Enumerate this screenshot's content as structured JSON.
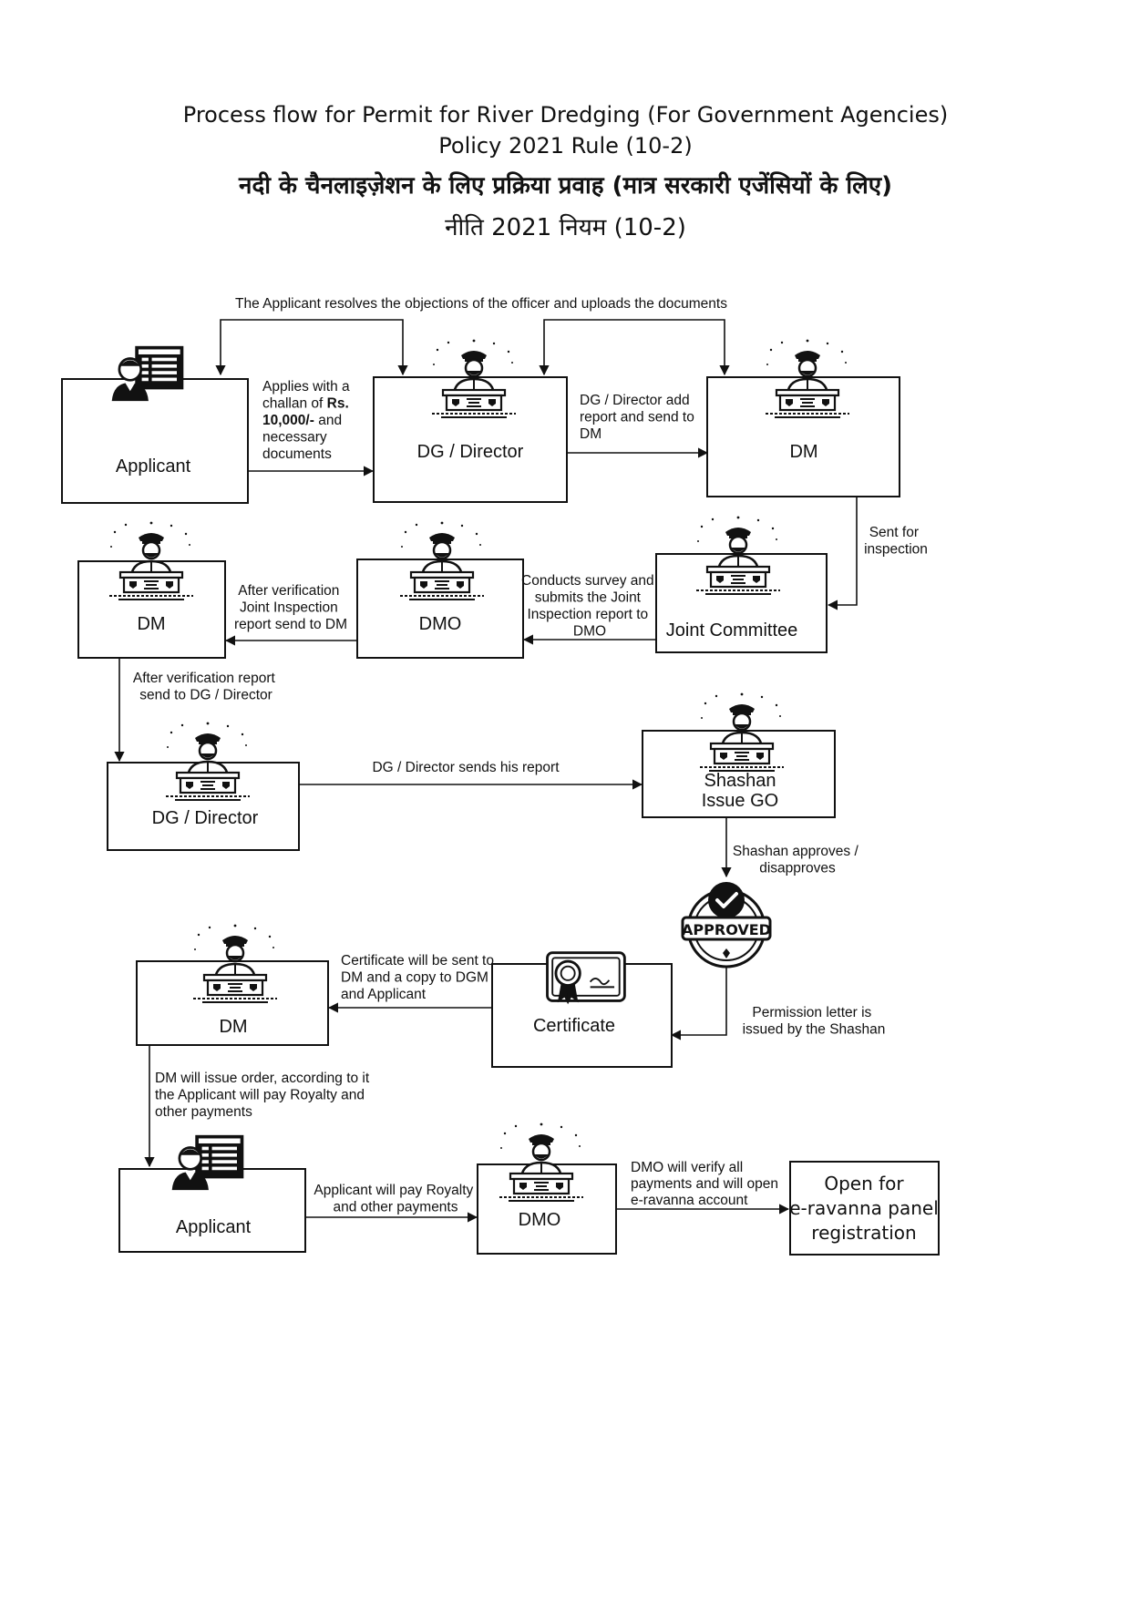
{
  "title": {
    "line1": "Process flow for Permit for River Dredging (For Government Agencies)",
    "line2": "Policy 2021 Rule (10-2)",
    "line3": "नदी के चैनलाइज़ेशन के लिए प्रक्रिया प्रवाह (मात्र सरकारी एजेंसियों के लिए)",
    "line4": "नीति 2021 नियम (10-2)"
  },
  "nodes": {
    "applicant_1": "Applicant",
    "dg_director_1": "DG / Director",
    "dm_1": "DM",
    "joint_committee": "Joint Committee",
    "dmo_1": "DMO",
    "dm_2": "DM",
    "dg_director_2": "DG / Director",
    "shashan": [
      "Shashan",
      "Issue GO"
    ],
    "approved_stamp": "APPROVED",
    "certificate": "Certificate",
    "dm_3": "DM",
    "applicant_2": "Applicant",
    "dmo_2": "DMO",
    "eravanna": [
      "Open for",
      "e-ravanna panel",
      "registration"
    ]
  },
  "edges": {
    "objections": "The Applicant resolves the objections of the officer and uploads the documents",
    "applies": {
      "line1": "Applies with a",
      "line2_pre": "challan of ",
      "line2_bold": "Rs.",
      "line3_bold": "10,000/-",
      "line3_post": " and",
      "line4": "necessary",
      "line5": "documents"
    },
    "dg_to_dm": [
      "DG / Director add",
      "report and send to",
      "DM"
    ],
    "sent_for_inspection": [
      "Sent for",
      "inspection"
    ],
    "conducts_survey": [
      "Conducts survey and",
      "submits the Joint",
      "Inspection report to",
      "DMO"
    ],
    "after_verification_joint": [
      "After verification",
      "Joint Inspection",
      "report send to DM"
    ],
    "after_verification_dg": [
      "After verification report",
      "send to DG / Director"
    ],
    "dg_sends_report": "DG / Director sends his report",
    "shashan_approves": [
      "Shashan approves /",
      "disapproves"
    ],
    "permission_letter": [
      "Permission letter is",
      "issued by the Shashan"
    ],
    "certificate_sent": [
      "Certificate will be sent to",
      "DM and a copy to DGM",
      "and Applicant"
    ],
    "dm_issue_order": [
      "DM will issue order, according to it",
      "the Applicant will pay Royalty and",
      "other payments"
    ],
    "applicant_pay": [
      "Applicant will pay Royalty",
      "and other payments"
    ],
    "dmo_verify": [
      "DMO will verify all",
      "payments and will open",
      "e-ravanna account"
    ]
  }
}
